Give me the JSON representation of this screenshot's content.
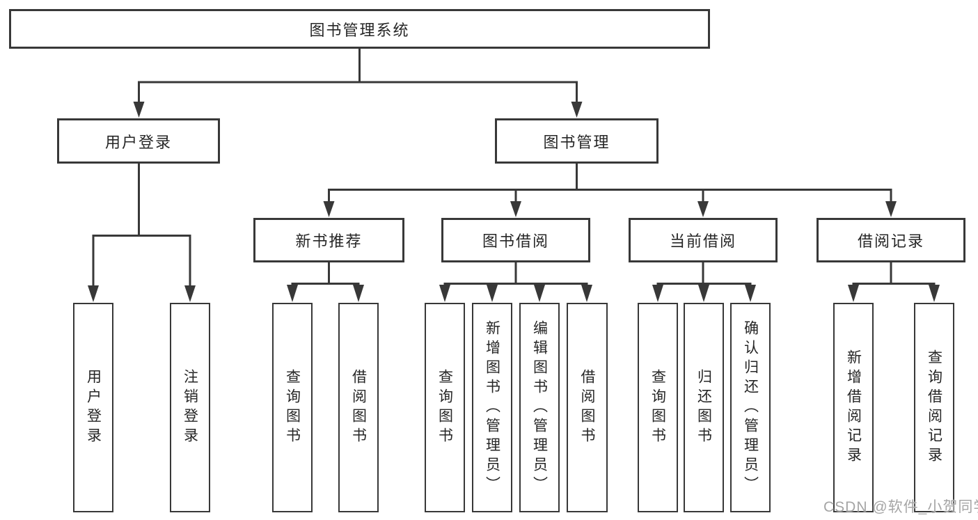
{
  "diagram_title": "图书管理系统",
  "nodes": {
    "root": "图书管理系统",
    "user": "用户登录",
    "book": "图书管理",
    "l3": [
      "新书推荐",
      "图书借阅",
      "当前借阅",
      "借阅记录"
    ],
    "leaves": {
      "user": [
        "用户登录",
        "注销登录"
      ],
      "recommend": [
        "查询图书",
        "借阅图书"
      ],
      "borrow": [
        "查询图书",
        "新增图书（管理员）",
        "编辑图书（管理员）",
        "借阅图书"
      ],
      "current": [
        "查询图书",
        "归还图书",
        "确认归还（管理员）"
      ],
      "records": [
        "新增借阅记录",
        "查询借阅记录"
      ]
    }
  },
  "colors": {
    "line": "#383838",
    "text": "#262626",
    "box_background": "#ffffff",
    "watermark": "#a5a5a5"
  },
  "watermark": "CSDN @软件_小贺同学"
}
